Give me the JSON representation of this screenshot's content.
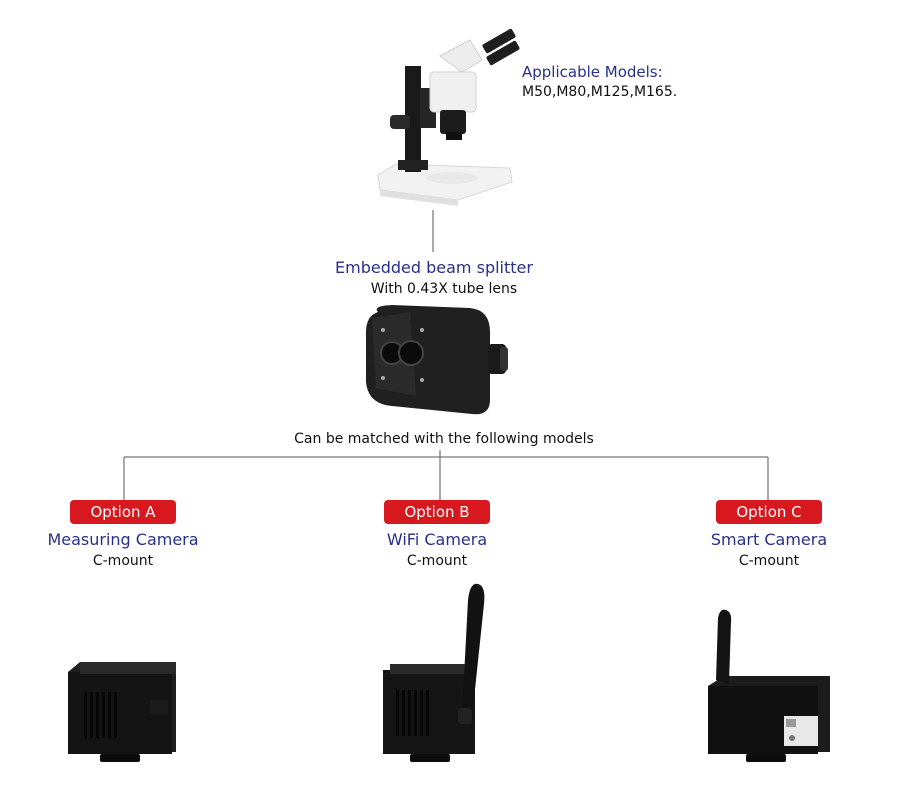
{
  "header": {
    "applicable_label": "Applicable Models:",
    "models": "M50,M80,M125,M165."
  },
  "splitter": {
    "title": "Embedded beam splitter",
    "subtitle": "With 0.43X tube lens"
  },
  "match_text": "Can be matched with the following models",
  "options": [
    {
      "badge": "Option A",
      "title": "Measuring Camera",
      "mount": "C-mount"
    },
    {
      "badge": "Option B",
      "title": "WiFi Camera",
      "mount": "C-mount"
    },
    {
      "badge": "Option C",
      "title": "Smart Camera",
      "mount": "C-mount"
    }
  ],
  "colors": {
    "accent": "#d7191f",
    "title_blue": "#2a2f8c"
  }
}
